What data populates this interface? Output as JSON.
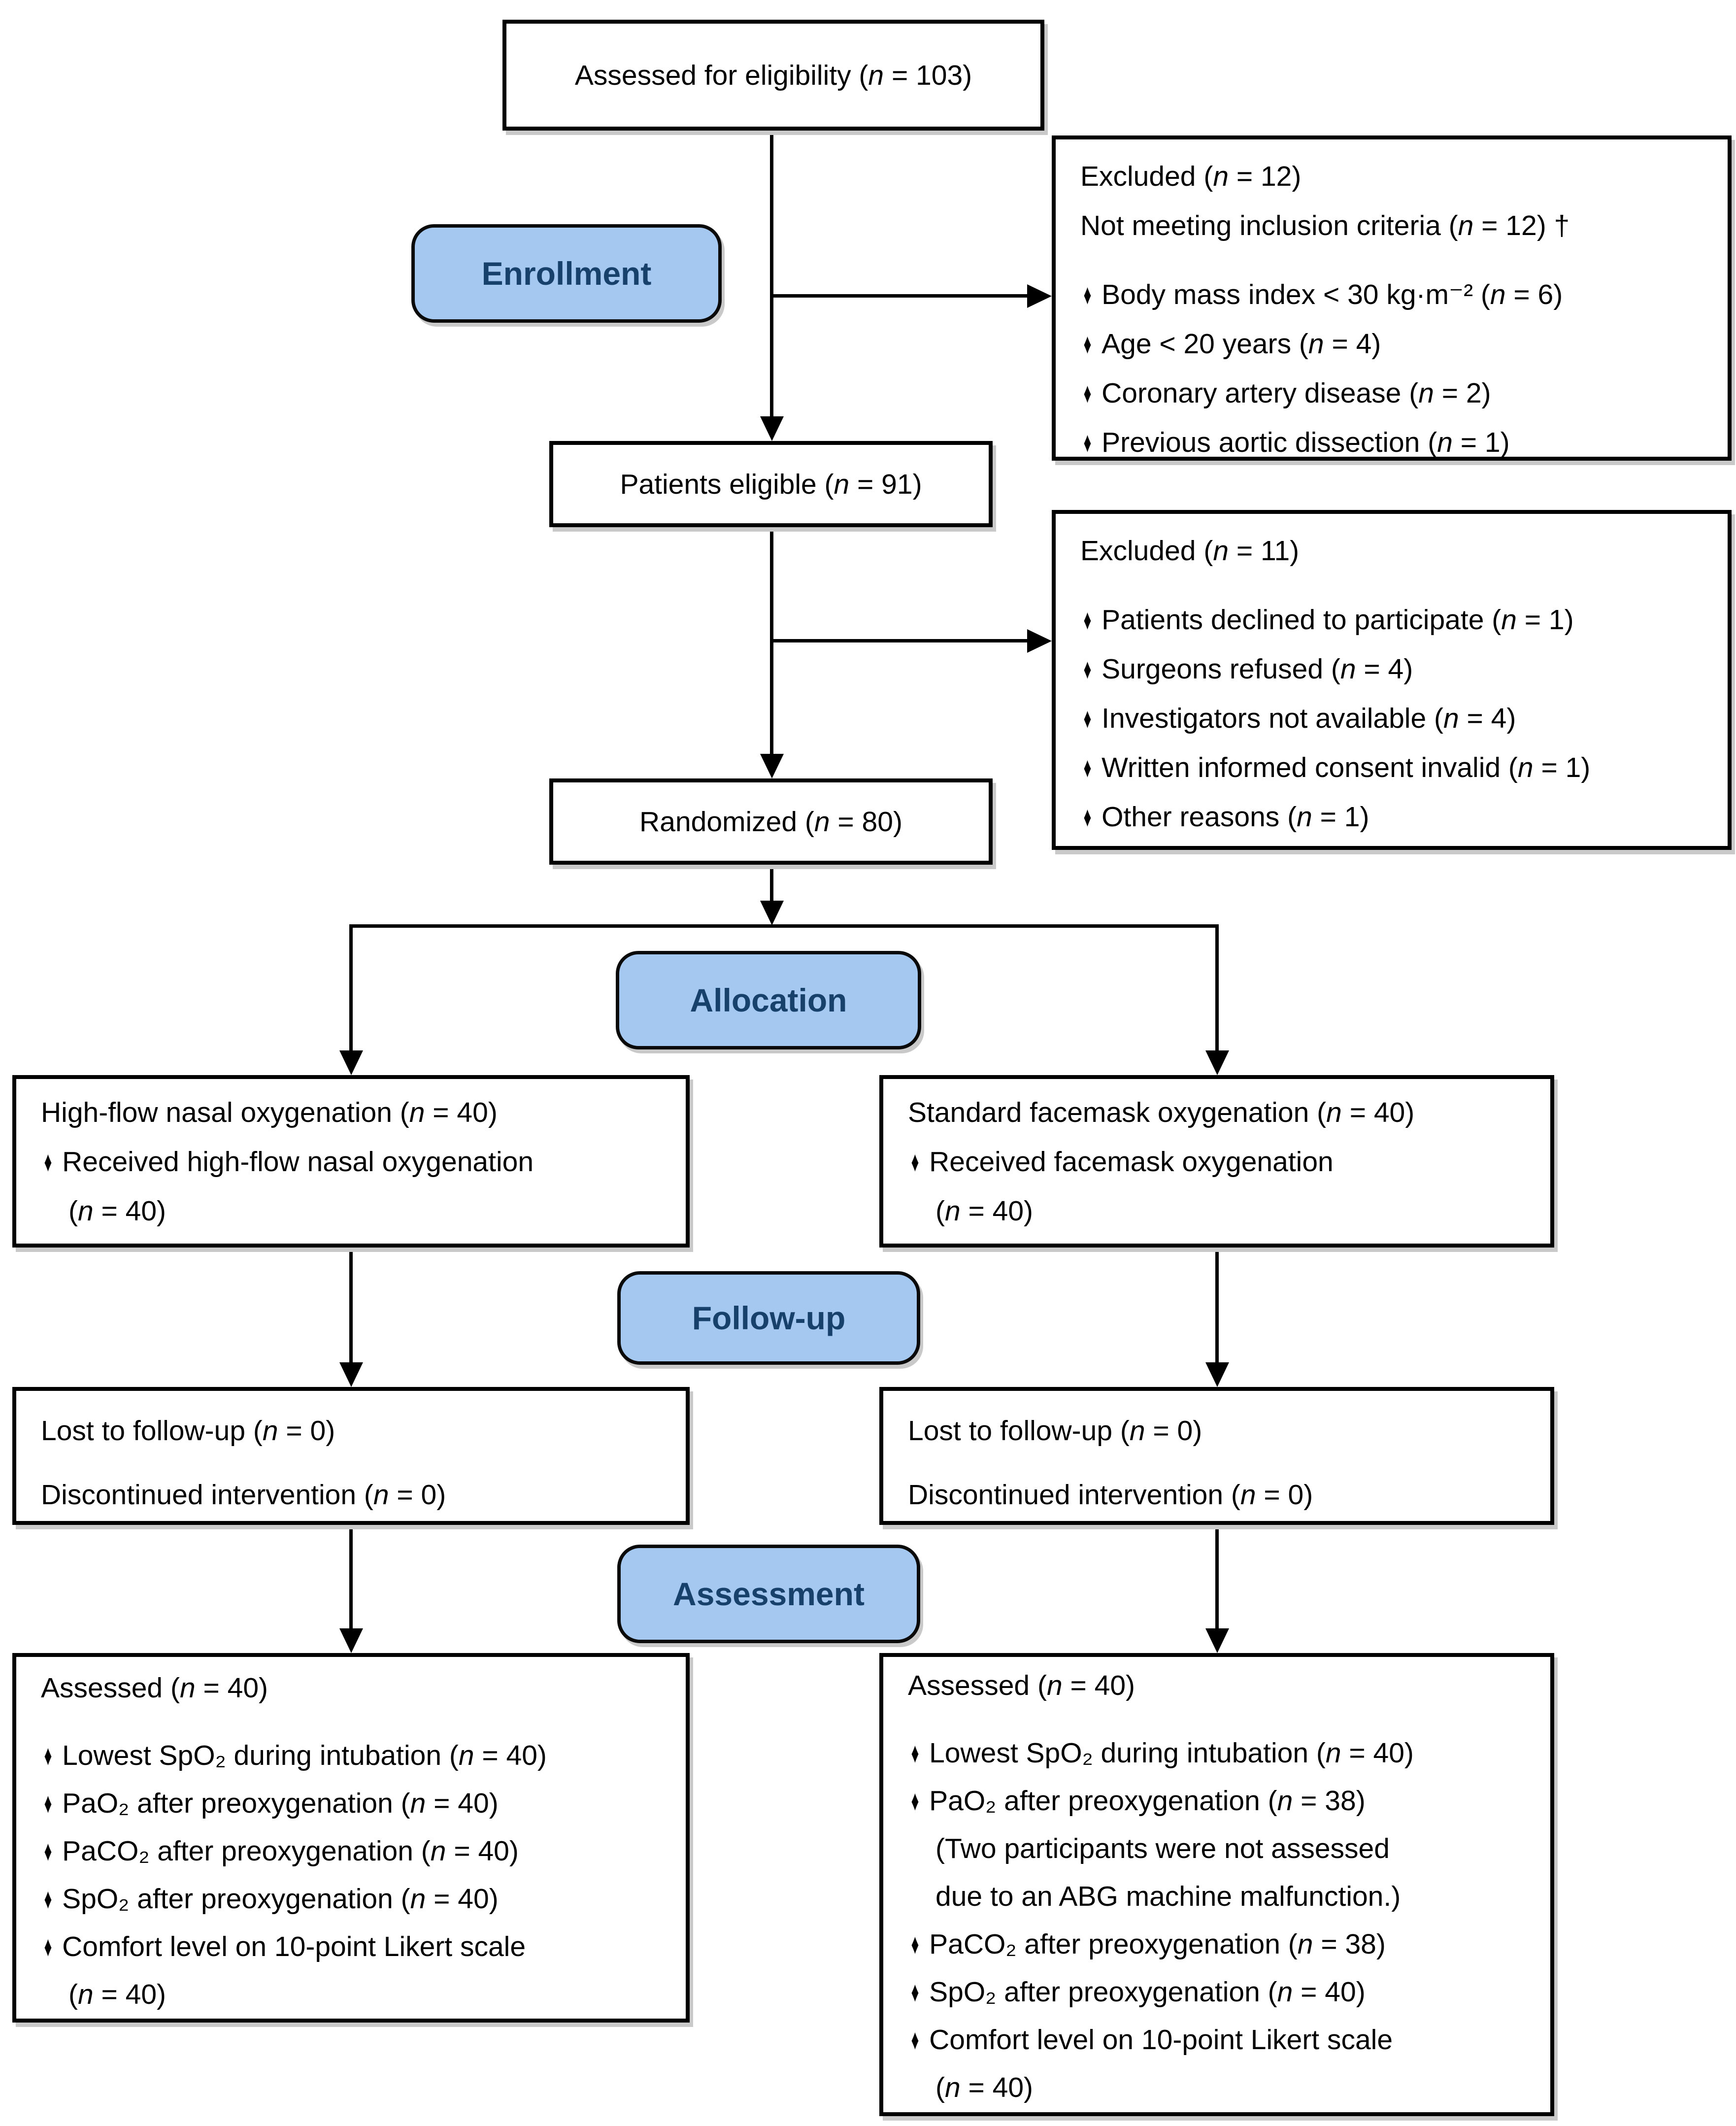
{
  "diagram": {
    "title": "CONSORT participant flow diagram",
    "colors": {
      "stage_fill": "#A5C8F1",
      "stage_text": "#17406B",
      "box_border": "#000000",
      "line_color": "#000000",
      "shadow": "#c9c9c9"
    },
    "stage_labels": {
      "enrollment": "Enrollment",
      "allocation": "Allocation",
      "followup": "Follow-up",
      "assessment": "Assessment"
    },
    "boxes": {
      "assessed": {
        "lines": [
          {
            "text": "Assessed for eligibility (n = 103)"
          }
        ]
      },
      "excluded1": {
        "lines": [
          {
            "text": "Excluded (n = 12)"
          },
          {
            "text": "Not meeting inclusion criteria (n = 12) †"
          },
          {
            "text": "Body mass index < 30 kg·m⁻² (n = 6)",
            "bullet": true,
            "gap": true
          },
          {
            "text": "Age < 20 years (n = 4)",
            "bullet": true
          },
          {
            "text": "Coronary artery disease (n = 2)",
            "bullet": true
          },
          {
            "text": "Previous aortic dissection (n = 1)",
            "bullet": true
          }
        ]
      },
      "eligible": {
        "lines": [
          {
            "text": "Patients eligible (n = 91)"
          }
        ]
      },
      "excluded2": {
        "lines": [
          {
            "text": "Excluded (n = 11)"
          },
          {
            "text": "Patients declined to participate (n = 1)",
            "bullet": true,
            "gap": true
          },
          {
            "text": "Surgeons refused (n = 4)",
            "bullet": true
          },
          {
            "text": "Investigators not available (n = 4)",
            "bullet": true
          },
          {
            "text": "Written informed consent invalid (n = 1)",
            "bullet": true
          },
          {
            "text": "Other reasons (n = 1)",
            "bullet": true
          }
        ]
      },
      "randomized": {
        "lines": [
          {
            "text": "Randomized (n = 80)"
          }
        ]
      },
      "alloc_left": {
        "lines": [
          {
            "text": "High-flow nasal oxygenation (n = 40)"
          },
          {
            "text": "Received high-flow nasal oxygenation",
            "bullet": true
          },
          {
            "text": "(n = 40)",
            "indent": true
          }
        ]
      },
      "alloc_right": {
        "lines": [
          {
            "text": "Standard facemask oxygenation (n = 40)"
          },
          {
            "text": "Received facemask oxygenation",
            "bullet": true
          },
          {
            "text": "(n = 40)",
            "indent": true
          }
        ]
      },
      "followup_left": {
        "lines": [
          {
            "text": "Lost to follow-up (n = 0)"
          },
          {
            "text": "Discontinued intervention (n = 0)"
          }
        ]
      },
      "followup_right": {
        "lines": [
          {
            "text": "Lost to follow-up (n = 0)"
          },
          {
            "text": "Discontinued intervention (n = 0)"
          }
        ]
      },
      "assess_left": {
        "lines": [
          {
            "text": "Assessed (n = 40)"
          },
          {
            "text": "Lowest SpO₂ during intubation (n = 40)",
            "bullet": true,
            "gap": true
          },
          {
            "text": "PaO₂ after preoxygenation (n = 40)",
            "bullet": true
          },
          {
            "text": "PaCO₂ after preoxygenation (n = 40)",
            "bullet": true
          },
          {
            "text": "SpO₂ after preoxygenation (n = 40)",
            "bullet": true
          },
          {
            "text": "Comfort level on 10-point Likert scale",
            "bullet": true
          },
          {
            "text": "(n = 40)",
            "indent": true
          }
        ]
      },
      "assess_right": {
        "lines": [
          {
            "text": "Assessed (n = 40)"
          },
          {
            "text": "Lowest SpO₂ during intubation (n = 40)",
            "bullet": true,
            "gap": true
          },
          {
            "text": "PaO₂ after preoxygenation (n = 38)",
            "bullet": true
          },
          {
            "text": "(Two participants were not assessed",
            "indent": true
          },
          {
            "text": "due to an ABG machine malfunction.)",
            "indent": true
          },
          {
            "text": "PaCO₂ after preoxygenation (n = 38)",
            "bullet": true
          },
          {
            "text": "SpO₂ after preoxygenation (n = 40)",
            "bullet": true
          },
          {
            "text": "Comfort level on 10-point Likert scale",
            "bullet": true
          },
          {
            "text": "(n = 40)",
            "indent": true
          }
        ]
      }
    }
  }
}
